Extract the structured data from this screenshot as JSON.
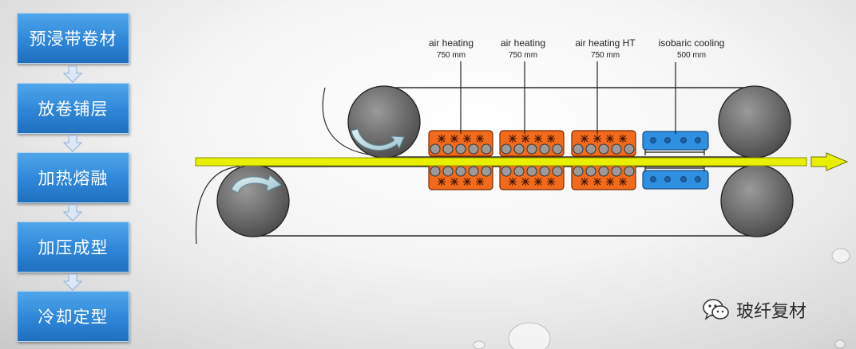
{
  "process_steps": [
    {
      "label": "预浸带卷材"
    },
    {
      "label": "放卷铺层"
    },
    {
      "label": "加热熔融"
    },
    {
      "label": "加压成型"
    },
    {
      "label": "冷却定型"
    }
  ],
  "zones": [
    {
      "name": "air heating",
      "length": "750 mm",
      "color": "#f26a1b"
    },
    {
      "name": "air heating",
      "length": "750 mm",
      "color": "#f26a1b"
    },
    {
      "name": "air heating HT",
      "length": "750 mm",
      "color": "#f26a1b"
    },
    {
      "name": "isobaric cooling",
      "length": "500 mm",
      "color": "#2f8fe0"
    }
  ],
  "colors": {
    "step_box": "#2f86d8",
    "tape": "#e8f000",
    "roller": "#666666",
    "heating": "#f26a1b",
    "cooling": "#2f8fe0"
  },
  "watermark": {
    "text": "玻纤复材",
    "icon": "wechat-icon"
  }
}
